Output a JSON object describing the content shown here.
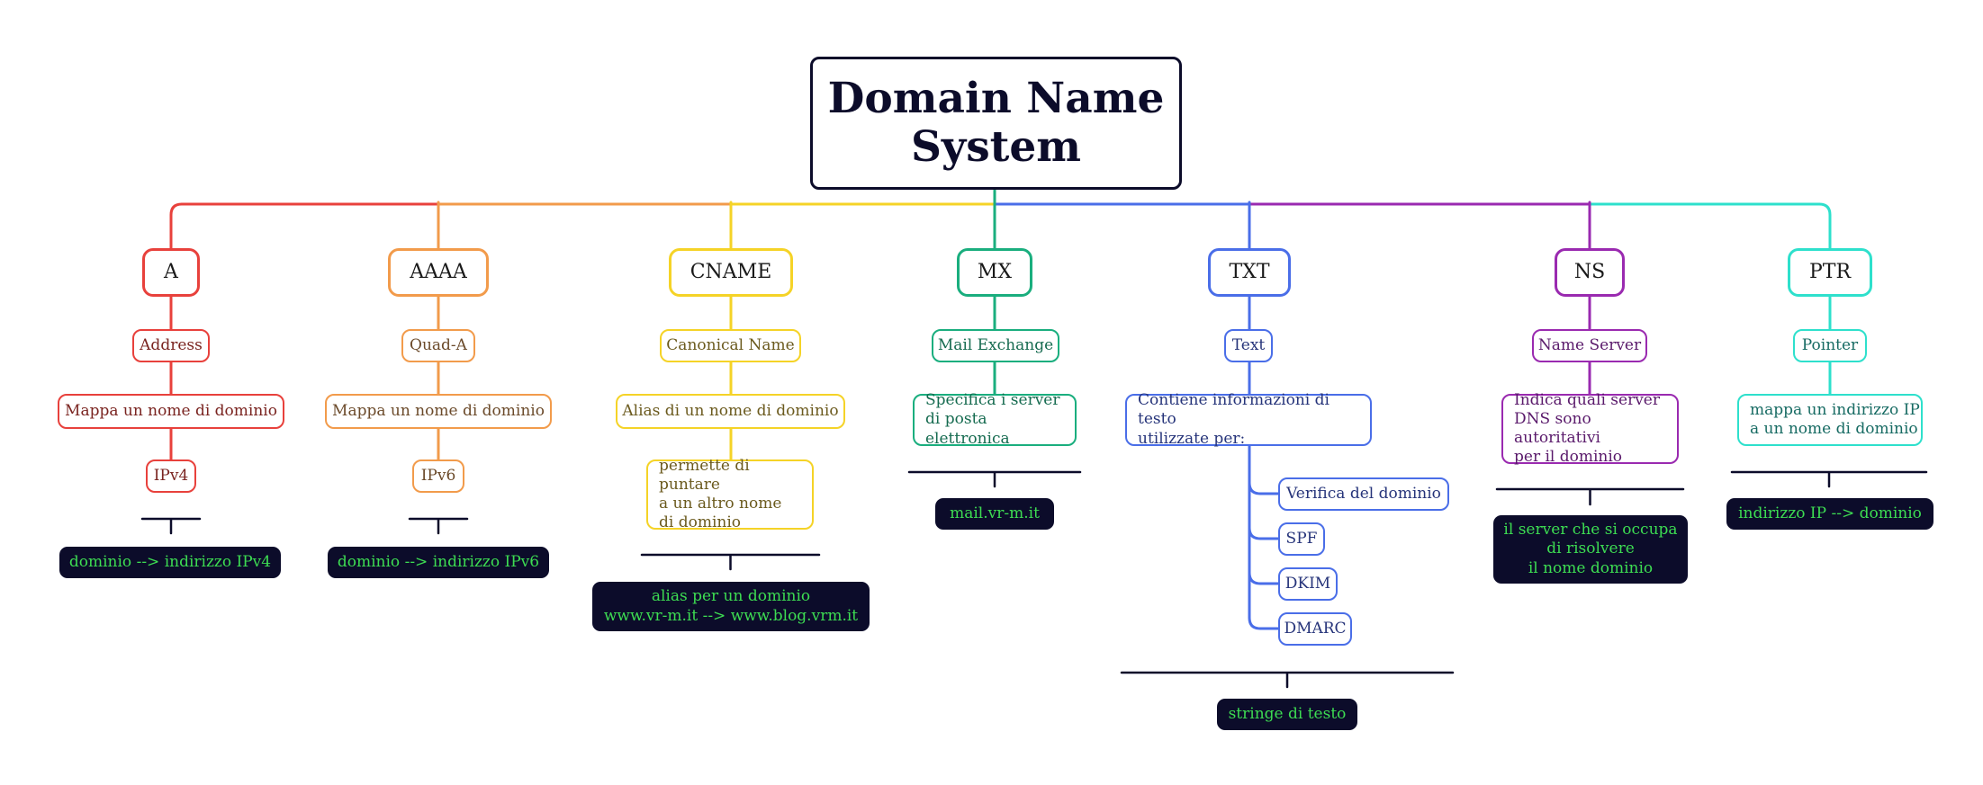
{
  "title": "Domain Name\nSystem",
  "records": [
    {
      "id": "a",
      "type": "A",
      "name": "Address",
      "description": "Mappa un nome di dominio",
      "version": "IPv4",
      "summary": "dominio --> indirizzo IPv4",
      "color": "#e8413c",
      "text_color": "#7a2420"
    },
    {
      "id": "aaaa",
      "type": "AAAA",
      "name": "Quad-A",
      "description": "Mappa un nome di dominio",
      "version": "IPv6",
      "summary": "dominio --> indirizzo IPv6",
      "color": "#f29b4b",
      "text_color": "#6b4a2a"
    },
    {
      "id": "cname",
      "type": "CNAME",
      "name": "Canonical Name",
      "description": "Alias di un nome di dominio",
      "detail": "permette di puntare\na un altro nome\ndi dominio",
      "summary": "alias per un dominio\nwww.vr-m.it --> www.blog.vrm.it",
      "color": "#f5d327",
      "text_color": "#6b5a1e"
    },
    {
      "id": "mx",
      "type": "MX",
      "name": "Mail Exchange",
      "description": "Specifica i server\ndi posta elettronica",
      "summary": "mail.vr-m.it",
      "color": "#1aae7e",
      "text_color": "#166b50"
    },
    {
      "id": "txt",
      "type": "TXT",
      "name": "Text",
      "description": "Contiene informazioni di testo\nutilizzate per:",
      "uses": [
        "Verifica del dominio",
        "SPF",
        "DKIM",
        "DMARC"
      ],
      "summary": "stringe di testo",
      "color": "#4a6ee8",
      "text_color": "#26347a"
    },
    {
      "id": "ns",
      "type": "NS",
      "name": "Name Server",
      "description": "Indica quali server\nDNS sono autoritativi\nper il dominio",
      "summary": "il server che si occupa\ndi risolvere\nil nome dominio",
      "color": "#9a2ab0",
      "text_color": "#5a1a6b"
    },
    {
      "id": "ptr",
      "type": "PTR",
      "name": "Pointer",
      "description": "mappa un indirizzo IP\na un nome di dominio",
      "summary": "indirizzo IP --> dominio",
      "color": "#2ee0cc",
      "text_color": "#176b63"
    }
  ]
}
